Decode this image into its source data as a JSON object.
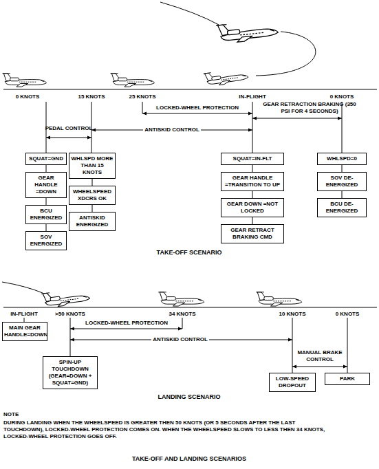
{
  "diagram": {
    "caption": "TAKE-OFF AND LANDING SCENARIOS",
    "nodes": [
      {
        "text": [
          "SQUAT=GND"
        ]
      },
      {
        "text": [
          "GEAR HANDLE =DOWN"
        ]
      },
      {
        "text": [
          "BCU ENERGIZED"
        ]
      },
      {
        "text": [
          "SOV ENERGIZED"
        ]
      },
      {
        "text": [
          "WHLSPD MORE THAN 15 KNOTS"
        ]
      },
      {
        "text": [
          "WHEELSPEED XDCRS OK"
        ]
      },
      {
        "text": [
          "ANTISKID ENERGIZED"
        ]
      },
      {
        "text": [
          "SQUAT=IN-FLT"
        ]
      },
      {
        "text": [
          "GEAR HANDLE =TRANSITION TO UP"
        ]
      },
      {
        "text": [
          "GEAR DOWN =NOT LOCKED"
        ]
      },
      {
        "text": [
          "GEAR RETRACT BRAKING CMD"
        ]
      },
      {
        "text": [
          "WHLSPD=0"
        ]
      },
      {
        "text": [
          "SOV DE-ENERGIZED"
        ]
      },
      {
        "text": [
          "BCU DE-ENERGIZED"
        ]
      },
      {
        "text": [
          "MAIN GEAR HANDLE=DOWN"
        ]
      },
      {
        "text": [
          "SPIN-UP TOUCHDOWN (GEAR=DOWN + SQUAT=GND)"
        ]
      },
      {
        "text": [
          "LOW-SPEED DROPOUT"
        ]
      },
      {
        "text": [
          "PARK"
        ]
      }
    ],
    "edges": [
      {
        "from": 0,
        "to": 1,
        "arrow": "none"
      },
      {
        "from": 1,
        "to": 2,
        "arrow": "none"
      },
      {
        "from": 2,
        "to": 3,
        "arrow": "none"
      },
      {
        "from": 4,
        "to": 5,
        "arrow": "none"
      },
      {
        "from": 5,
        "to": 6,
        "arrow": "none"
      },
      {
        "from": 7,
        "to": 8,
        "arrow": "none"
      },
      {
        "from": 8,
        "to": 9,
        "arrow": "none"
      },
      {
        "from": 9,
        "to": 10,
        "arrow": "none"
      },
      {
        "from": 11,
        "to": 12,
        "arrow": "none"
      },
      {
        "from": 12,
        "to": 13,
        "arrow": "none"
      }
    ],
    "labels": [
      "0 KNOTS",
      "15 KNOTS",
      "25 KNOTS",
      "IN-FLIGHT",
      "0 KNOTS",
      "LOCKED-WHEEL PROTECTION",
      "GEAR RETRACTION BRAKING (350 PSI FOR 4 SECONDS)",
      "PEDAL CONTROL",
      "ANTISKID CONTROL",
      "TAKE-OFF SCENARIO",
      "IN-FLIGHT",
      ">50 KNOTS",
      "34 KNOTS",
      "10 KNOTS",
      "0 KNOTS",
      "LOCKED-WHEEL PROTECTION",
      "ANTISKID CONTROL",
      "MANUAL BRAKE CONTROL",
      "LANDING SCENARIO",
      "NOTE",
      "DURING LANDING WHEN THE WHEELSPEED IS GREATER THEN 50 KNOTS (OR 5 SECONDS AFTER THE LAST TOUCHDOWN), LOCKED-WHEEL PROTECTION COMES ON. WHEN THE WHEELSPEED SLOWS TO LESS THEN 34 KNOTS, LOCKED-WHEEL PROTECTION GOES OFF."
    ]
  }
}
